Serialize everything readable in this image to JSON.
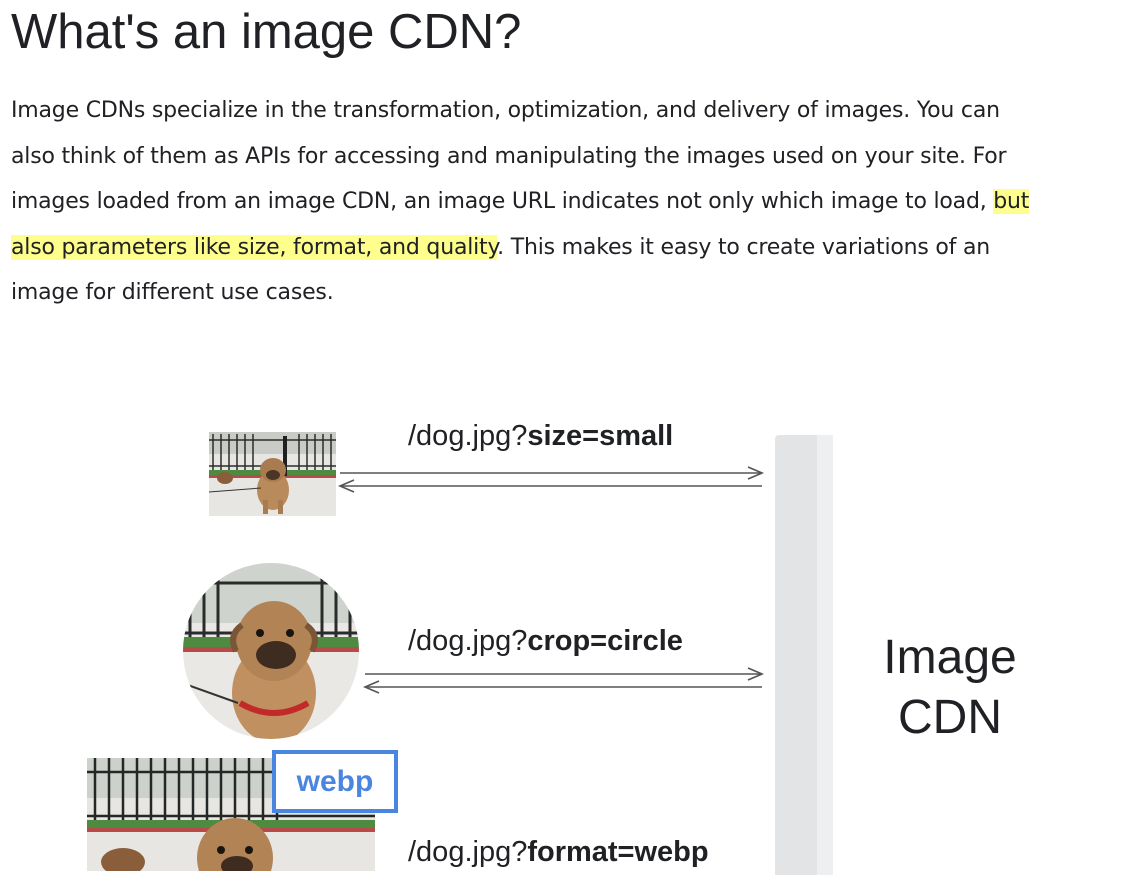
{
  "article": {
    "title": "What's an image CDN?",
    "paragraph": {
      "before_highlight": "Image CDNs specialize in the transformation, optimization, and delivery of images. You can also think of them as APIs for accessing and manipulating the images used on your site. For images loaded from an image CDN, an image URL indicates not only which image to load, ",
      "highlight": "but also parameters like size, format, and quality",
      "after_highlight": ". This makes it easy to create variations of an image for different use cases."
    }
  },
  "diagram": {
    "cdn_label_line1": "Image",
    "cdn_label_line2": "CDN",
    "requests": [
      {
        "path": "/dog.jpg?",
        "param": "size=small"
      },
      {
        "path": "/dog.jpg?",
        "param": "crop=circle"
      },
      {
        "path": "/dog.jpg?",
        "param": "format=webp"
      }
    ],
    "badge": "webp",
    "colors": {
      "highlight": "#fefe8c",
      "badge_blue": "#4a86e0",
      "cdn_bar": "#e3e4e6",
      "arrow": "#555555"
    },
    "images": [
      {
        "name": "dog-photo-small",
        "description_icon": "dog-photo"
      },
      {
        "name": "dog-photo-circle",
        "description_icon": "dog-photo"
      },
      {
        "name": "dog-photo-webp",
        "description_icon": "dog-photo"
      }
    ]
  }
}
